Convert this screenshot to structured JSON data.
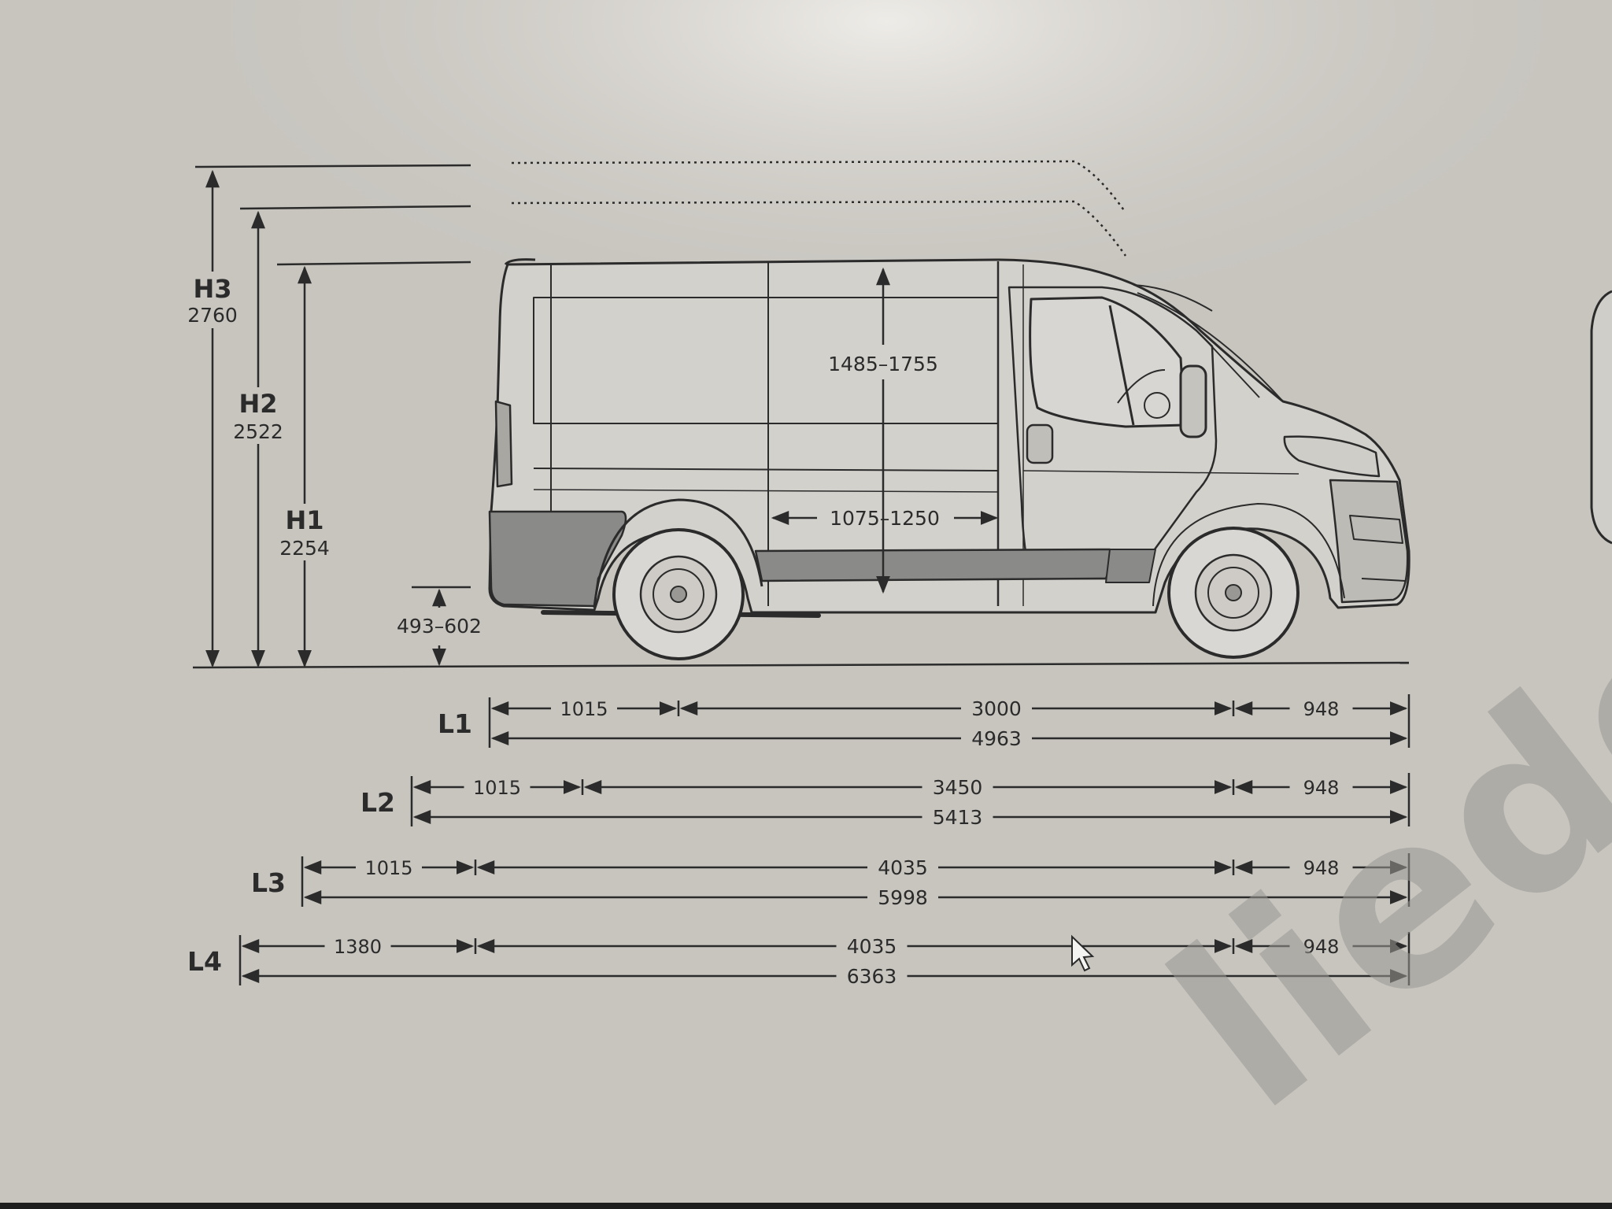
{
  "heights": [
    {
      "label": "H3",
      "value": "2760"
    },
    {
      "label": "H2",
      "value": "2522"
    },
    {
      "label": "H1",
      "value": "2254"
    }
  ],
  "step_height": "493–602",
  "interior_height": "1485–1755",
  "door_width": "1075–1250",
  "lengths": [
    {
      "label": "L1",
      "front": "1015",
      "wheelbase": "3000",
      "rear": "948",
      "total": "4963"
    },
    {
      "label": "L2",
      "front": "1015",
      "wheelbase": "3450",
      "rear": "948",
      "total": "5413"
    },
    {
      "label": "L3",
      "front": "1015",
      "wheelbase": "4035",
      "rear": "948",
      "total": "5998"
    },
    {
      "label": "L4",
      "front": "1380",
      "wheelbase": "4035",
      "rear": "948",
      "total": "6363"
    }
  ],
  "watermark": "liede",
  "colors": {
    "background": "#c8c5bf",
    "line": "#2b2b2b",
    "van_fill": "#d2d0cb",
    "bumper": "#8a8a88",
    "watermark": "#9a9894"
  }
}
